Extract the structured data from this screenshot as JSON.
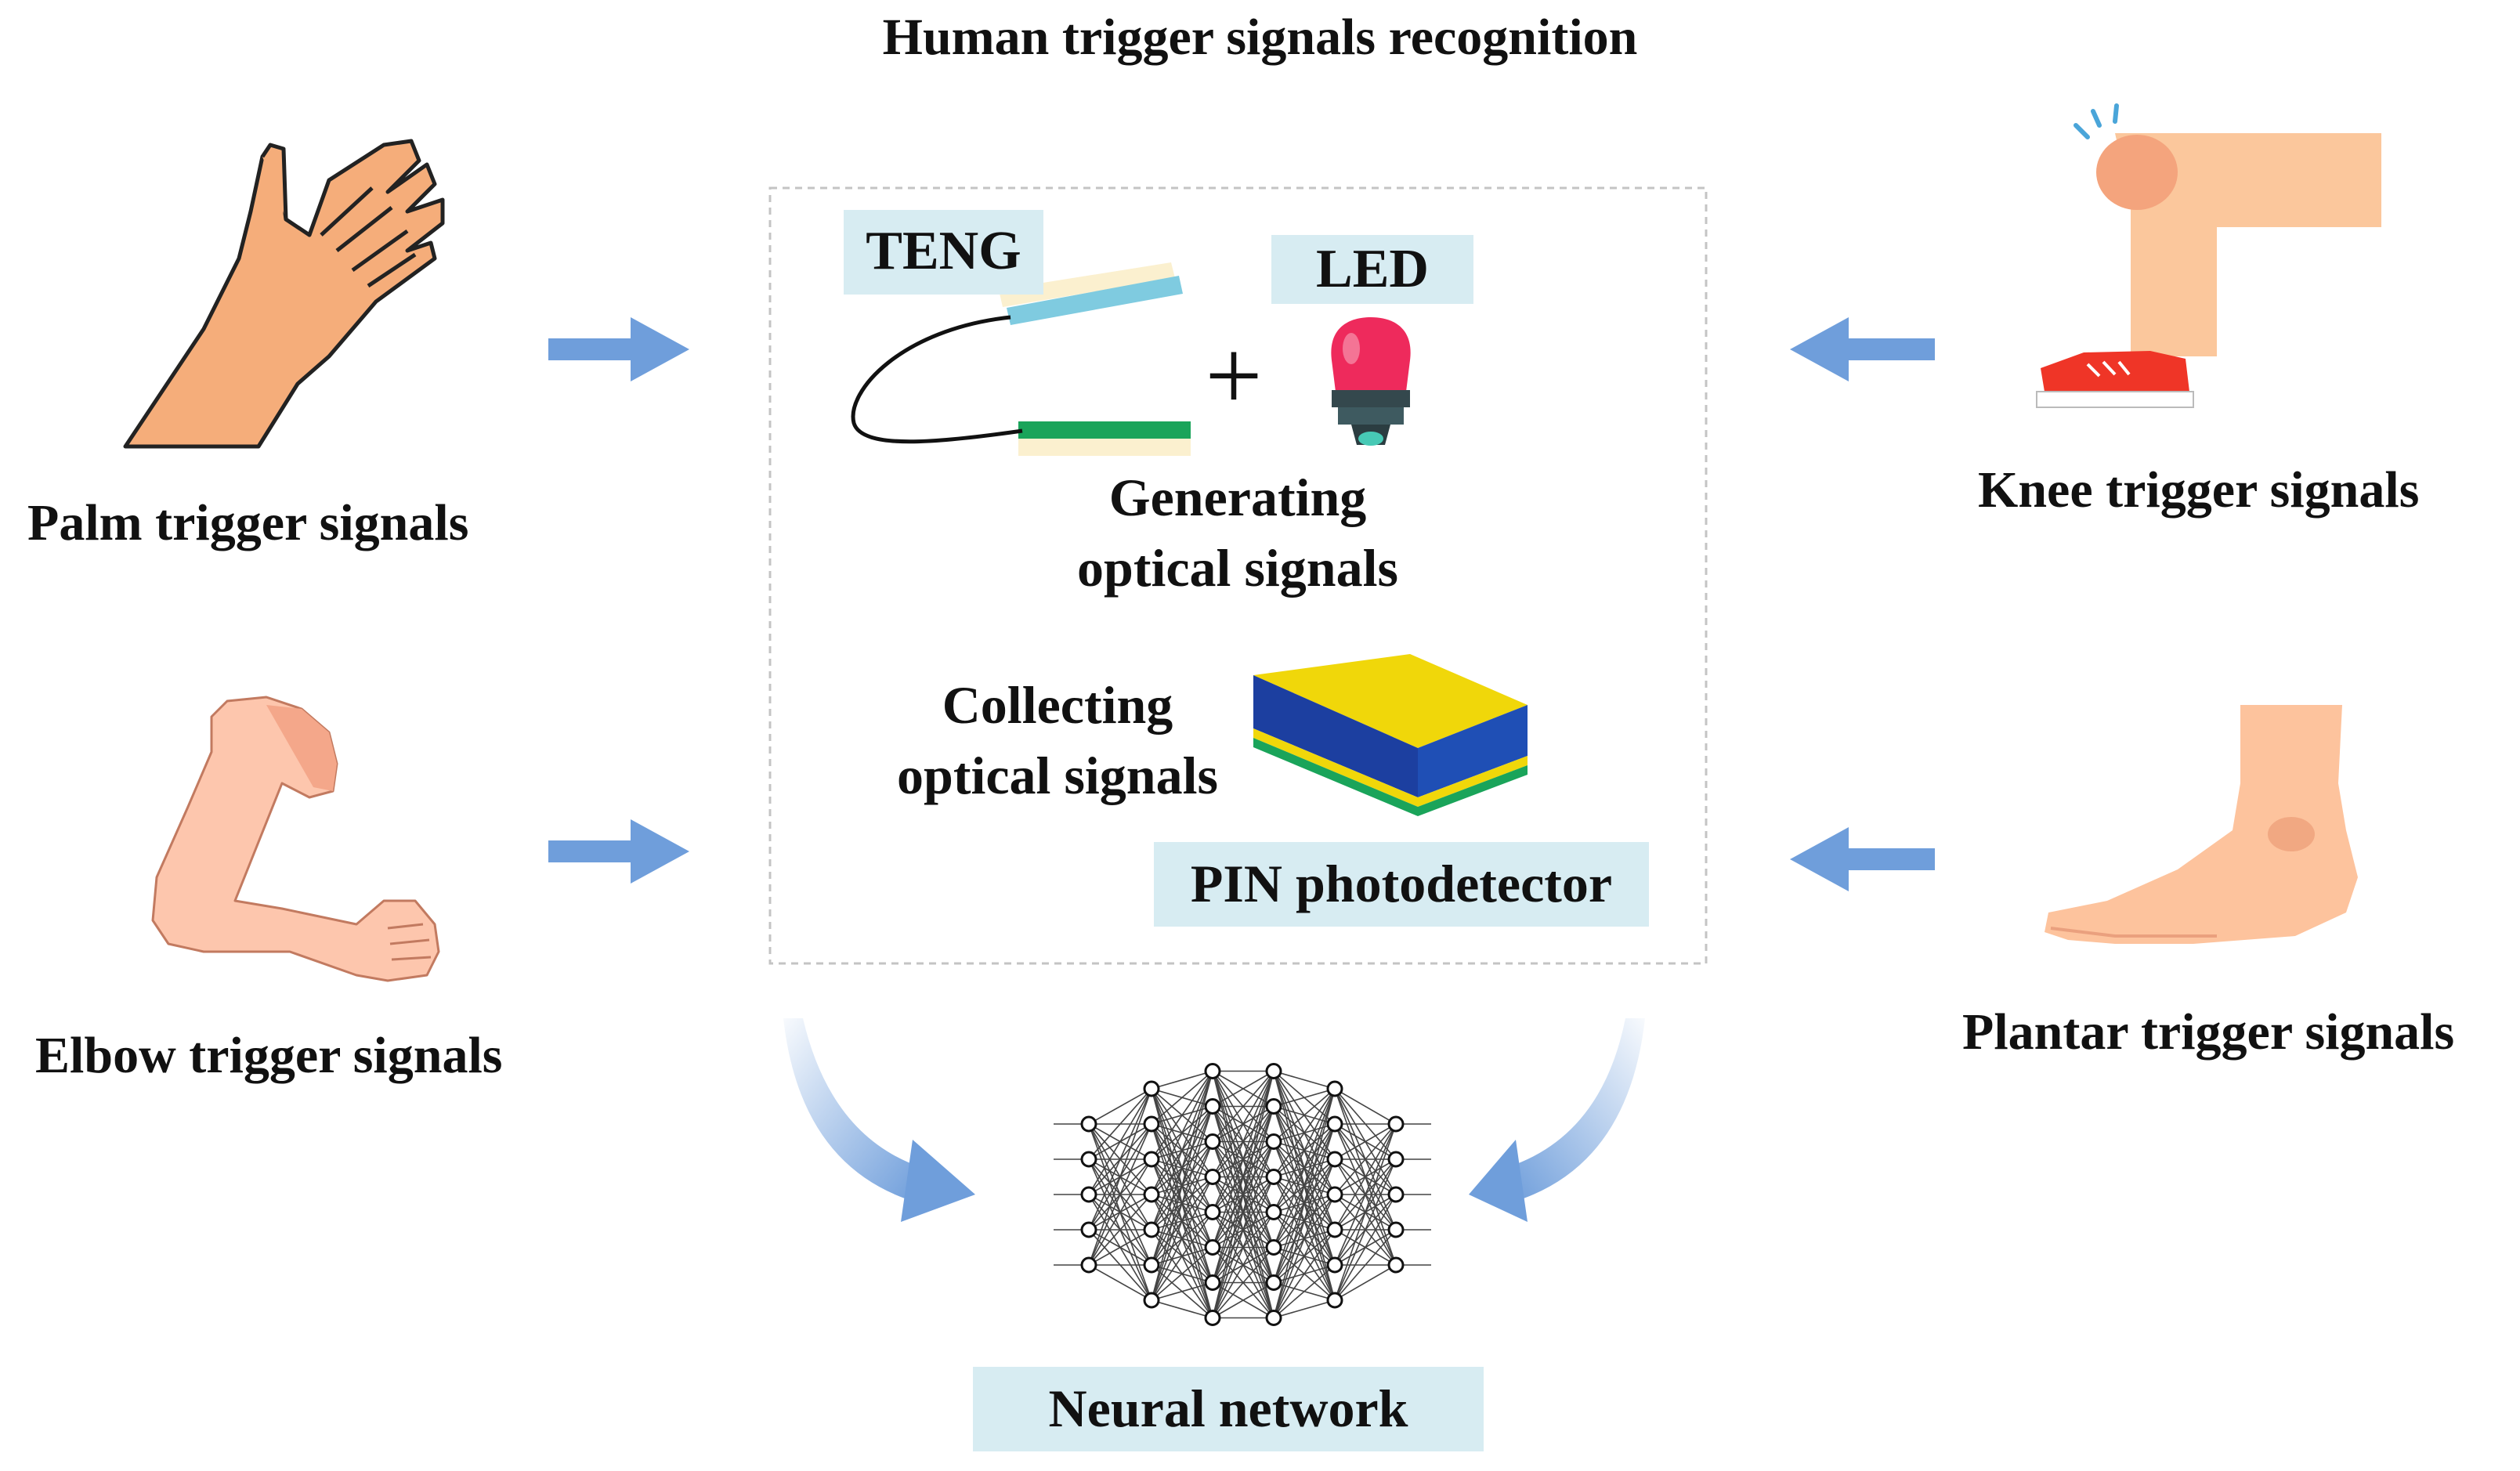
{
  "title": "Human trigger signals recognition",
  "inputs": {
    "palm": "Palm trigger signals",
    "elbow": "Elbow trigger signals",
    "knee": "Knee trigger signals",
    "plantar": "Plantar trigger signals"
  },
  "module": {
    "teng_label": "TENG",
    "led_label": "LED",
    "plus_symbol": "+",
    "generating_line1": "Generating",
    "generating_line2": "optical signals",
    "collecting_line1": "Collecting",
    "collecting_line2": "optical signals",
    "detector_label": "PIN photodetector"
  },
  "output": {
    "label": "Neural network"
  },
  "colors": {
    "arrow": "#6f9edb",
    "tag_background": "#d7ecf2",
    "led_red": "#ee2a5c",
    "teng_blue": "#7fcbe0",
    "teng_green": "#1aa45a",
    "detector_yellow": "#f0d70a",
    "detector_blue": "#1c3fa0"
  },
  "icons": [
    "palm-icon",
    "elbow-icon",
    "knee-icon",
    "foot-icon",
    "teng-icon",
    "led-icon",
    "photodetector-icon",
    "neural-network-icon"
  ]
}
